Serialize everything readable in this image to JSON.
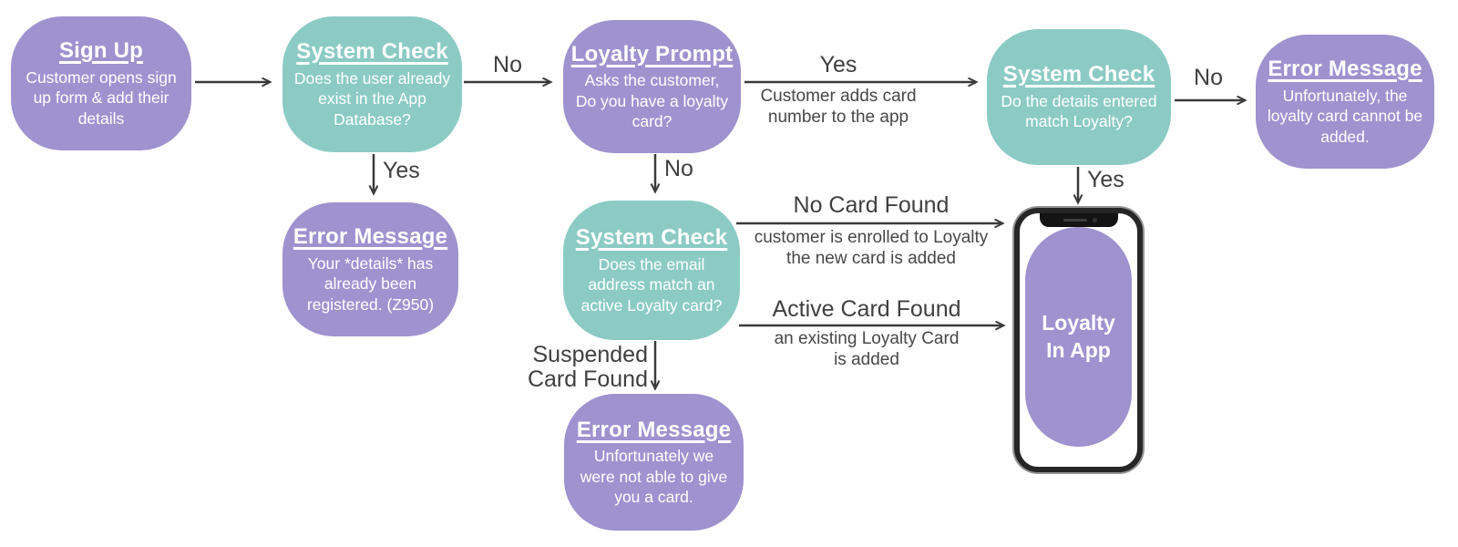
{
  "diagram": {
    "title": "Loyalty sign-up flowchart",
    "colors": {
      "purple_node": "#9e92cf",
      "teal_node": "#8bcbc4",
      "arrow": "#3a3a3a",
      "label_text": "#3f3f3f",
      "node_text": "#ffffff"
    },
    "nodes": [
      {
        "id": "sign-up",
        "title": "Sign Up",
        "body": "Customer opens sign up form & add their details",
        "color": "purple"
      },
      {
        "id": "system-check-app-db",
        "title": "System Check",
        "body": "Does the user already exist in the App Database?",
        "color": "teal"
      },
      {
        "id": "loyalty-prompt",
        "title": "Loyalty Prompt",
        "body": "Asks the customer, Do you have a loyalty card?",
        "color": "purple"
      },
      {
        "id": "system-check-details",
        "title": "System Check",
        "body": "Do the details entered match Loyalty?",
        "color": "teal"
      },
      {
        "id": "error-card-not-added",
        "title": "Error Message",
        "body": "Unfortunately, the loyalty card cannot be added.",
        "color": "purple"
      },
      {
        "id": "error-already-registered",
        "title": "Error Message",
        "body": "Your *details* has already been registered. (Z950)",
        "color": "purple"
      },
      {
        "id": "system-check-email",
        "title": "System Check",
        "body": "Does the email address match an active Loyalty card?",
        "color": "teal"
      },
      {
        "id": "error-no-card",
        "title": "Error Message",
        "body": "Unfortunately we were not able to give you a card.",
        "color": "purple"
      }
    ],
    "edges": [
      {
        "from": "sign-up",
        "to": "system-check-app-db",
        "label": ""
      },
      {
        "from": "system-check-app-db",
        "to": "loyalty-prompt",
        "label": "No"
      },
      {
        "from": "loyalty-prompt",
        "to": "system-check-details",
        "label": "Yes",
        "sublabel": "Customer adds card\nnumber to the app"
      },
      {
        "from": "system-check-details",
        "to": "error-card-not-added",
        "label": "No"
      },
      {
        "from": "system-check-app-db",
        "to": "error-already-registered",
        "label": "Yes"
      },
      {
        "from": "loyalty-prompt",
        "to": "system-check-email",
        "label": "No"
      },
      {
        "from": "system-check-details",
        "to": "loyalty-in-app-phone",
        "label": "Yes"
      },
      {
        "from": "system-check-email",
        "to": "loyalty-in-app-phone",
        "label": "No Card Found",
        "sublabel": "customer is enrolled to Loyalty\nthe new card is added"
      },
      {
        "from": "system-check-email",
        "to": "loyalty-in-app-phone",
        "label": "Active Card Found",
        "sublabel": "an existing Loyalty Card\nis added"
      },
      {
        "from": "system-check-email",
        "to": "error-no-card",
        "label": "Suspended\nCard Found"
      }
    ],
    "phone": {
      "id": "loyalty-in-app-phone",
      "screen_label": "Loyalty\nIn App"
    }
  }
}
